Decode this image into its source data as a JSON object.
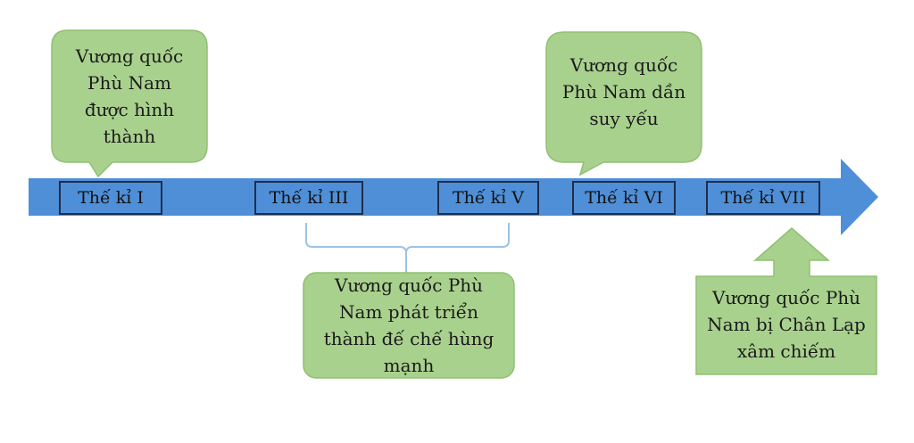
{
  "timeline": {
    "periods": [
      {
        "label": "Thế kỉ I"
      },
      {
        "label": "Thế kỉ III"
      },
      {
        "label": "Thế kỉ V"
      },
      {
        "label": "Thế kỉ VI"
      },
      {
        "label": "Thế kỉ VII"
      }
    ]
  },
  "events": [
    {
      "text": "Vương quốc Phù Nam được hình thành"
    },
    {
      "text": "Vương quốc Phù Nam phát triển thành đế chế hùng mạnh"
    },
    {
      "text": "Vương quốc Phù Nam dần suy yếu"
    },
    {
      "text": "Vương quốc Phù Nam bị Chân Lạp xâm chiếm"
    }
  ],
  "colors": {
    "arrow": "#4f8fd8",
    "callout_fill": "#a9d18e",
    "callout_stroke": "#8fbf72",
    "box_border": "#1f2d4a",
    "bracket": "#9dc3e6"
  }
}
